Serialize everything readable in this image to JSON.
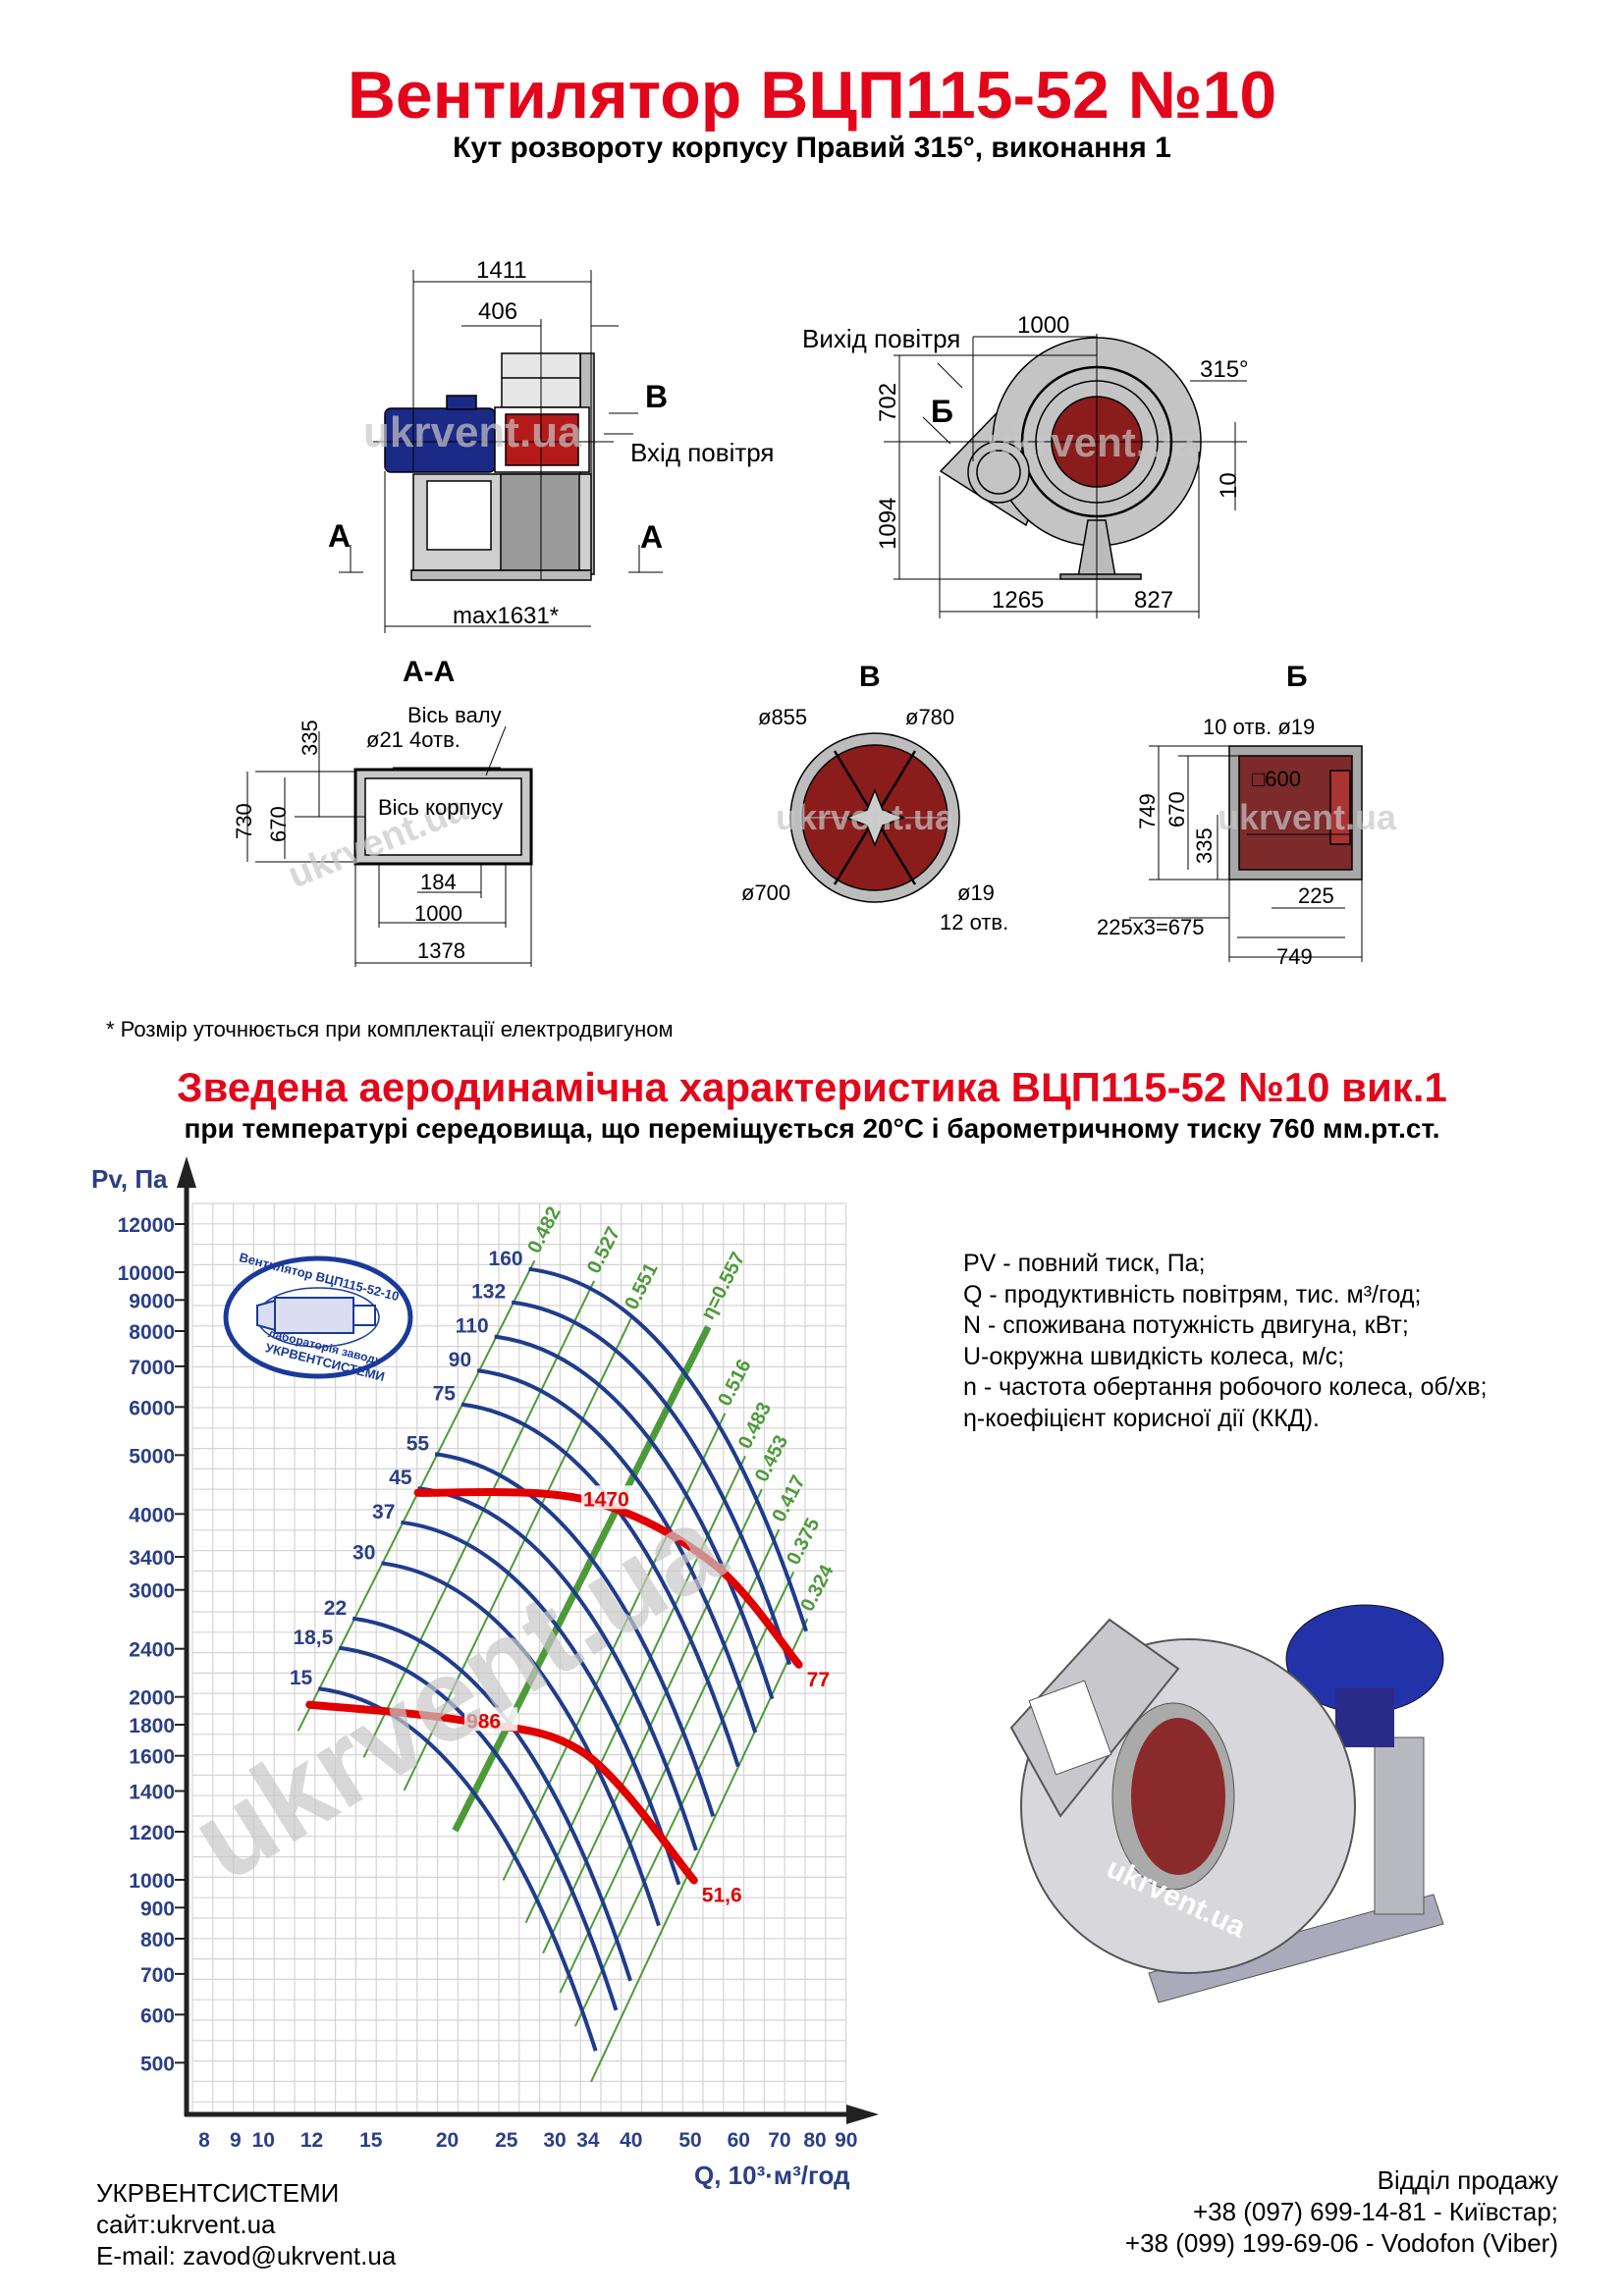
{
  "header": {
    "title": "Вентилятор  ВЦП115-52 №10",
    "subtitle": "Кут розвороту корпусу Правий 315°, виконання 1"
  },
  "watermark": "ukrvent.ua",
  "side_view": {
    "dims": [
      "1411",
      "406",
      "max1631*"
    ],
    "section_marks": [
      "В",
      "А",
      "А"
    ],
    "inlet_label": "Вхід повітря"
  },
  "front_view": {
    "outlet_label": "Вихід повітря",
    "dims": [
      "1000",
      "702",
      "1094",
      "1265",
      "827",
      "10"
    ],
    "angle": "315°",
    "section_mark": "Б"
  },
  "section_aa": {
    "title": "А-А",
    "labels": [
      "335",
      "Вісь валу",
      "ø21 4отв.",
      "730",
      "670",
      "Вісь корпусу",
      "184",
      "1000",
      "1378"
    ]
  },
  "view_v": {
    "title": "В",
    "labels": [
      "ø855",
      "ø780",
      "ø700",
      "ø19",
      "12 отв."
    ]
  },
  "view_b": {
    "title": "Б",
    "labels": [
      "10 отв. ø19",
      "□600",
      "749",
      "670",
      "335",
      "225",
      "225x3=675",
      "749"
    ]
  },
  "footnote": "* Розмір уточнюється при комплектації електродвигуном",
  "chart_section": {
    "title": "Зведена аеродинамічна характеристика ВЦП115-52 №10 вик.1",
    "subtitle": "при температурі середовища, що переміщується 20°С і барометричному тиску 760 мм.рт.ст."
  },
  "stamp": {
    "top": "Вентилятор ВЦП115-52-10",
    "bottom1": "лабораторія заводу",
    "bottom2": "УКРВЕНТСИСТЕМИ"
  },
  "legend": [
    "PV - повний тиск, Па;",
    "Q - продуктивність повітрям, тис. м³/год;",
    "N - споживана потужність двигуна, кВт;",
    "U-окружна швидкість колеса, м/с;",
    "n - частота обертання робочого колеса, об/хв;",
    "η-коефіцієнт корисної дії (ККД)."
  ],
  "chart_data": {
    "type": "line",
    "scale": "log-log",
    "ylabel": "Pv, Па",
    "xlabel": "Q, 10³·м³/год",
    "xlim": [
      8,
      90
    ],
    "ylim": [
      500,
      12000
    ],
    "grid": true,
    "x_ticks": [
      8,
      9,
      10,
      12,
      15,
      20,
      25,
      30,
      34,
      40,
      50,
      60,
      70,
      80,
      90
    ],
    "y_ticks": [
      12000,
      10000,
      9000,
      8000,
      7000,
      6000,
      5000,
      4000,
      3400,
      3000,
      2400,
      2000,
      1800,
      1600,
      1400,
      1200,
      1000,
      900,
      800,
      700,
      600,
      500
    ],
    "pressure_curves": [
      {
        "label": "160",
        "points": [
          [
            27.2,
            10120
          ],
          [
            48.5,
            6900
          ],
          [
            77.4,
            2565
          ]
        ]
      },
      {
        "label": "132",
        "points": [
          [
            25.5,
            8925
          ],
          [
            45.5,
            6085
          ],
          [
            72.7,
            2262
          ]
        ]
      },
      {
        "label": "110",
        "points": [
          [
            23.9,
            7835
          ],
          [
            42.7,
            5340
          ],
          [
            68.1,
            1985
          ]
        ]
      },
      {
        "label": "90",
        "points": [
          [
            22.4,
            6890
          ],
          [
            40.0,
            4700
          ],
          [
            63.9,
            1747
          ]
        ]
      },
      {
        "label": "75",
        "points": [
          [
            21.1,
            6060
          ],
          [
            37.5,
            4135
          ],
          [
            59.9,
            1537
          ]
        ]
      },
      {
        "label": "55",
        "points": [
          [
            19.1,
            5020
          ],
          [
            34.1,
            3420
          ],
          [
            54.5,
            1272
          ]
        ]
      },
      {
        "label": "45",
        "points": [
          [
            17.9,
            4410
          ],
          [
            32.0,
            3010
          ],
          [
            51.1,
            1118
          ]
        ]
      },
      {
        "label": "37",
        "points": [
          [
            16.8,
            3876
          ],
          [
            30.0,
            2643
          ],
          [
            47.9,
            982
          ]
        ]
      },
      {
        "label": "30",
        "points": [
          [
            15.6,
            3320
          ],
          [
            27.8,
            2263
          ],
          [
            44.4,
            841
          ]
        ]
      },
      {
        "label": "22",
        "points": [
          [
            14.0,
            2692
          ],
          [
            25.0,
            1835
          ],
          [
            39.9,
            682
          ]
        ]
      },
      {
        "label": "18,5",
        "points": [
          [
            13.3,
            2408
          ],
          [
            23.7,
            1642
          ],
          [
            37.8,
            610
          ]
        ]
      },
      {
        "label": "15",
        "points": [
          [
            12.3,
            2064
          ],
          [
            21.9,
            1408
          ],
          [
            35.0,
            523
          ]
        ]
      }
    ],
    "efficiency_lines": [
      {
        "label": "0.482",
        "points": [
          [
            11.4,
            1758
          ],
          [
            27.8,
            10450
          ]
        ]
      },
      {
        "label": "0.527",
        "points": [
          [
            14.6,
            1590
          ],
          [
            34.8,
            9680
          ]
        ]
      },
      {
        "label": "0.551",
        "points": [
          [
            17.0,
            1403
          ],
          [
            40.1,
            8440
          ]
        ]
      },
      {
        "label": "η=0.557",
        "points": [
          [
            20.6,
            1205
          ],
          [
            53.5,
            8130
          ]
        ],
        "bold": true
      },
      {
        "label": "0.516",
        "points": [
          [
            24.7,
            998
          ],
          [
            57.0,
            5860
          ]
        ]
      },
      {
        "label": "0.483",
        "points": [
          [
            26.9,
            850
          ],
          [
            61.5,
            4980
          ]
        ]
      },
      {
        "label": "0.453",
        "points": [
          [
            28.7,
            757
          ],
          [
            65.5,
            4395
          ]
        ]
      },
      {
        "label": "0.417",
        "points": [
          [
            30.6,
            652
          ],
          [
            69.9,
            3775
          ]
        ]
      },
      {
        "label": "0.375",
        "points": [
          [
            32.4,
            574
          ],
          [
            73.8,
            3210
          ]
        ]
      },
      {
        "label": "0.324",
        "points": [
          [
            34.4,
            465
          ],
          [
            77.8,
            2690
          ]
        ]
      }
    ],
    "speed_curves": [
      {
        "rpm": "1470",
        "end_label": "77",
        "points": [
          [
            17.9,
            4335
          ],
          [
            33.4,
            4230
          ],
          [
            54.1,
            3335
          ],
          [
            75.3,
            2260
          ]
        ]
      },
      {
        "rpm": "986",
        "end_label": "51,6",
        "points": [
          [
            11.9,
            1942
          ],
          [
            21.5,
            1825
          ],
          [
            33.7,
            1610
          ],
          [
            50.7,
            998
          ]
        ]
      }
    ],
    "colors": {
      "pressure": "#1f3c8c",
      "efficiency": "#4d9a3a",
      "speed": "#e00000",
      "axis_text": "#2b3f86"
    }
  },
  "footer": {
    "company": "УКРВЕНТСИСТЕМИ",
    "site": "сайт:ukrvent.ua",
    "email": "E-mail: zavod@ukrvent.ua",
    "sales_title": "Відділ продажу",
    "phone1": "+38 (097) 699-14-81 - Київстар;",
    "phone2": "+38 (099) 199-69-06 - Vodofon (Viber)"
  }
}
